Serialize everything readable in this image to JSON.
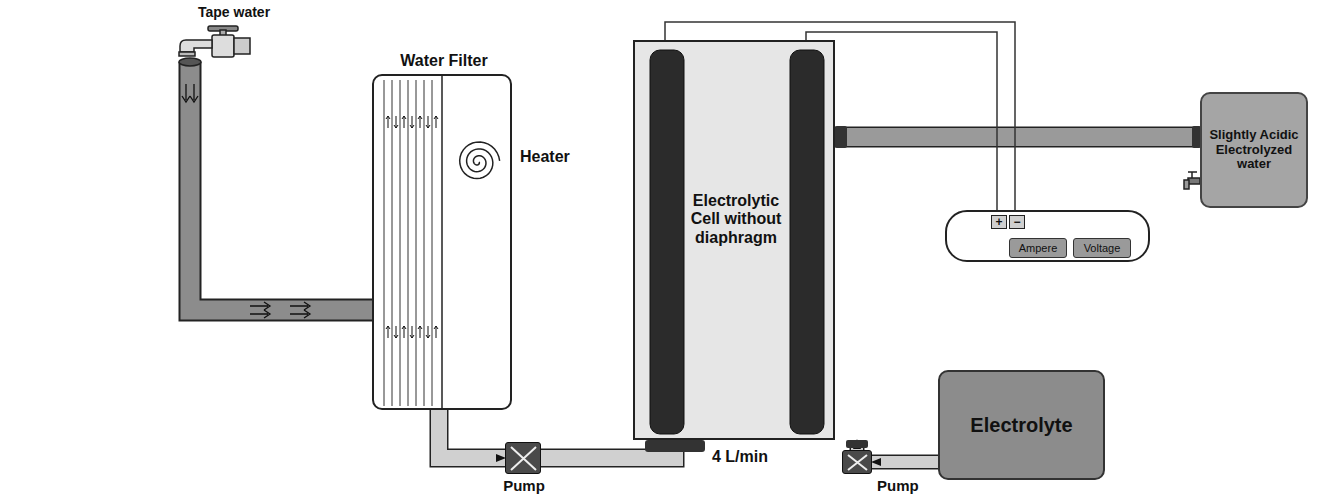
{
  "diagram": {
    "nodes": [
      {
        "text": [
          "Water Filter",
          "Heater"
        ]
      },
      {
        "text": [
          "Electrolytic Cell without diaphragm"
        ]
      },
      {
        "text": [
          "Slightly Acidic Electrolyzed water"
        ]
      },
      {
        "text": [
          "+",
          "−"
        ]
      },
      {
        "text": [
          "Ampere"
        ],
        "in": 3
      },
      {
        "text": [
          "Voltage"
        ],
        "in": 3
      },
      {
        "text": [
          "Pump"
        ]
      },
      {
        "text": [
          "Pump"
        ]
      },
      {
        "text": [
          "Electrolyte"
        ]
      }
    ],
    "edges": [
      {
        "from": 0,
        "to": 6,
        "arrow": "to"
      },
      {
        "from": 6,
        "to": 1,
        "arrow": "to"
      },
      {
        "from": 8,
        "to": 7,
        "arrow": "to"
      },
      {
        "from": 7,
        "to": 1,
        "arrow": "to"
      },
      {
        "from": 1,
        "to": 2,
        "arrow": "none"
      },
      {
        "from": 1,
        "to": 3,
        "arrow": "none"
      },
      {
        "from": 1,
        "to": 3,
        "arrow": "none"
      }
    ],
    "labels": [
      "Tape water",
      "4 L/min",
      "−",
      "−",
      "+",
      "+"
    ]
  }
}
